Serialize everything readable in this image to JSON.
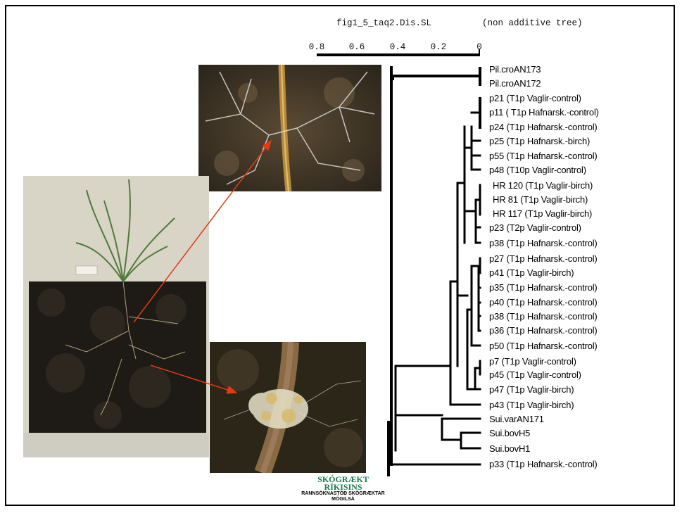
{
  "header": {
    "file_name": "fig1_5_taq2.Dis.SL",
    "tree_note": "(non additive tree)"
  },
  "scale": {
    "ticks": [
      "0.8",
      "0.6",
      "0.4",
      "0.2",
      "0"
    ]
  },
  "taxa": [
    "Pil.croAN173",
    "Pil.croAN172",
    "p21  (T1p Vaglir-control)",
    "p11  ( T1p Hafnarsk.-control)",
    "p24  (T1p Hafnarsk.-control)",
    "p25  (T1p Hafnarsk.-birch)",
    "p55  (T1p Hafnarsk.-control)",
    "p48  (T10p Vaglir-control)",
    "HR 120  (T1p Vaglir-birch)",
    "HR 81  (T1p Vaglir-birch)",
    "HR 117  (T1p Vaglir-birch)",
    "p23  (T2p Vaglir-control)",
    "p38  (T1p Hafnarsk.-control)",
    "p27  (T1p Hafnarsk.-control)",
    "p41  (T1p Vaglir-birch)",
    "p35  (T1p Hafnarsk.-control)",
    "p40  (T1p Hafnarsk.-control)",
    "p38  (T1p Hafnarsk.-control)",
    "p36  (T1p Hafnarsk.-control)",
    "p50  (T1p Hafnarsk.-control)",
    "p7  (T1p Vaglir-control)",
    "p45  (T1p Vaglir-control)",
    "p47  (T1p Vaglir-birch)",
    "p43  (T1p Vaglir-birch)",
    "Sui.varAN171",
    "Sui.bovH5",
    "Sui.bovH1",
    "p33  (T1p Hafnarsk.-control)"
  ],
  "logo": {
    "line1": "SKÓGRÆKT",
    "line2": "RÍKISINS",
    "line3": "RANNSÓKNASTÖÐ SKÓGRÆKTAR",
    "line4": "MÓGILSÁ"
  },
  "photos": {
    "top": "hyphae-photo",
    "plant": "seedling-photo",
    "bottom": "mycorrhiza-photo"
  }
}
